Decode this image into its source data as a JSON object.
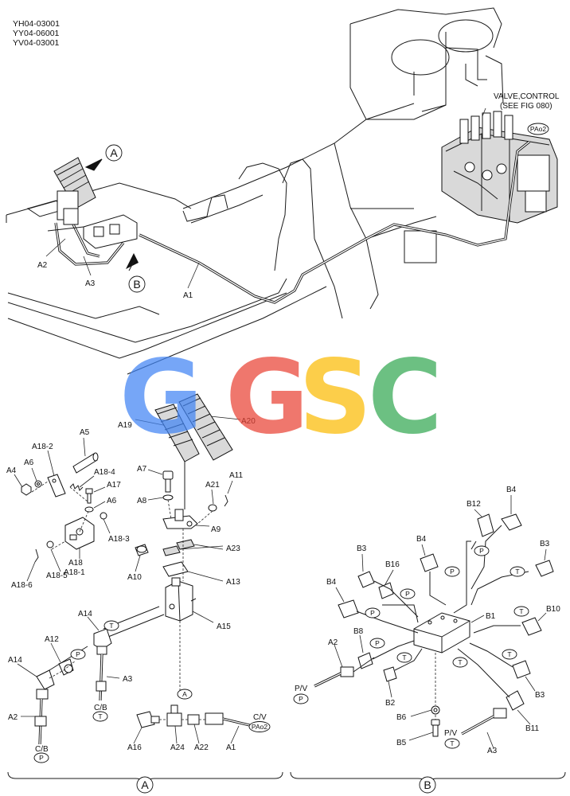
{
  "header": {
    "codes": [
      "YH04-03001",
      "YY04-06001",
      "YV04-03001"
    ]
  },
  "overview": {
    "valve_note": [
      "VALVE,CONTROL",
      "(SEE FIG 080)"
    ],
    "pa02_tag": "PAo2",
    "view_a": "A",
    "view_b": "B",
    "labels": {
      "a1": "A1",
      "a2": "A2",
      "a3": "A3",
      "a19": "A19",
      "a20": "A20"
    }
  },
  "section_a": {
    "marker": "A",
    "labels": {
      "a18_2": "A18-2",
      "a5": "A5",
      "a6a": "A6",
      "a4": "A4",
      "a18_4": "A18-4",
      "a17": "A17",
      "a6b": "A6",
      "a18_3": "A18-3",
      "a18": "A18",
      "a18_1": "A18-1",
      "a18_5": "A18-5",
      "a18_6": "A18-6",
      "a7": "A7",
      "a8": "A8",
      "a21": "A21",
      "a11": "A11",
      "a9": "A9",
      "a23": "A23",
      "a10": "A10",
      "a13": "A13",
      "a15": "A15",
      "a14a": "A14",
      "a12": "A12",
      "a3": "A3",
      "a14b": "A14",
      "a2": "A2",
      "a16": "A16",
      "a24": "A24",
      "a22": "A22",
      "a1": "A1"
    },
    "ports": {
      "cb_upper": "C/B",
      "cb_lower": "C/B",
      "cv": "C/V",
      "t_tag": "T",
      "p_tag": "P",
      "a_tag": "A",
      "pa02_tag": "PAo2"
    }
  },
  "section_b": {
    "marker": "B",
    "labels": {
      "b12": "B12",
      "b4_top": "B4",
      "b3_left": "B3",
      "b4_mid": "B4",
      "b3_right": "B3",
      "b16": "B16",
      "b4_left": "B4",
      "b10": "B10",
      "b1": "B1",
      "a2": "A2",
      "b8": "B8",
      "b2": "B2",
      "b3_low": "B3",
      "b6": "B6",
      "b11": "B11",
      "b5": "B5",
      "a3": "A3"
    },
    "ports": {
      "pv_left": "P/V",
      "pv_right": "P/V",
      "t_tag": "T",
      "p_tag": "P"
    }
  },
  "watermark": {
    "letters": [
      "G",
      "G",
      "S",
      "C"
    ],
    "colors": [
      "#4285F4",
      "#EA4335",
      "#FBBC05",
      "#34A853"
    ]
  }
}
